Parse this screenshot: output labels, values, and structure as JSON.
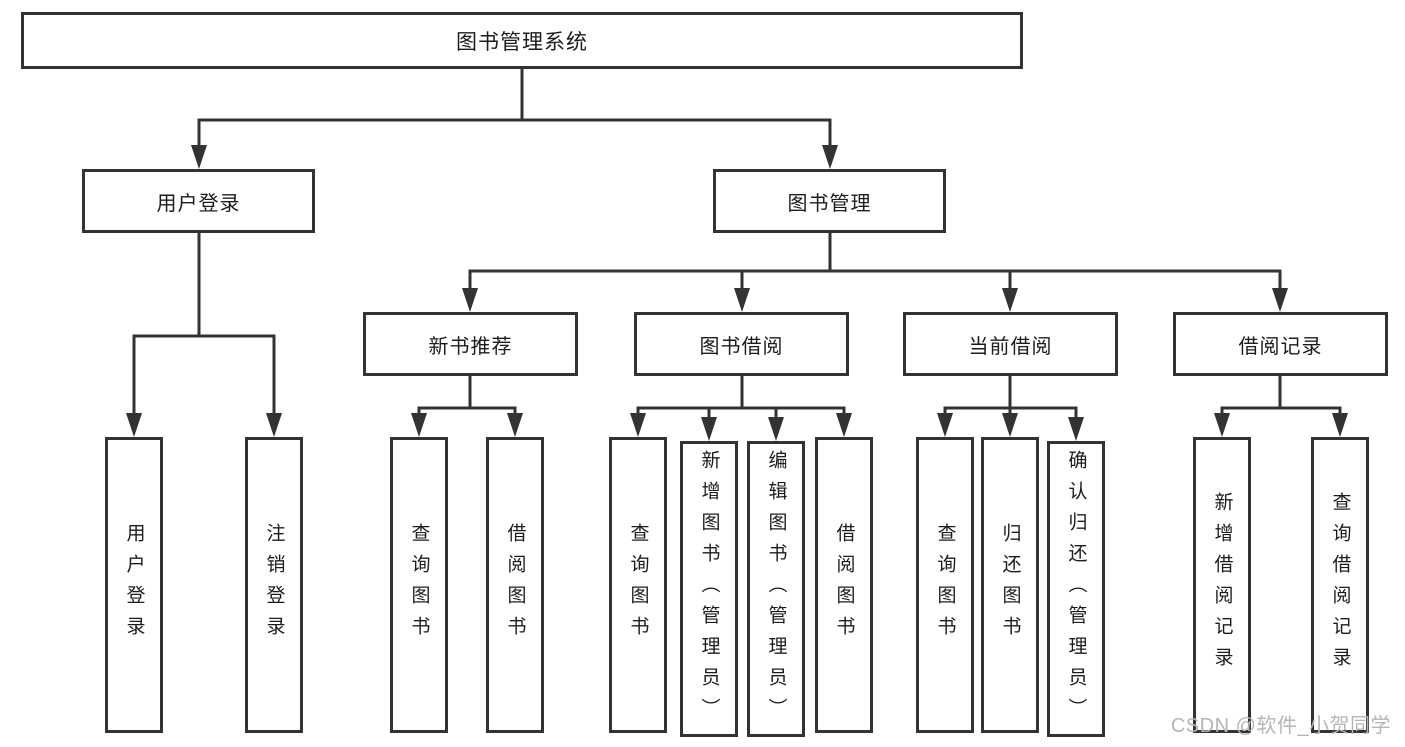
{
  "tree": {
    "root": {
      "label": "图书管理系统",
      "children": [
        {
          "label": "用户登录",
          "children": [
            {
              "label": "用户登录"
            },
            {
              "label": "注销登录"
            }
          ]
        },
        {
          "label": "图书管理",
          "children": [
            {
              "label": "新书推荐",
              "children": [
                {
                  "label": "查询图书"
                },
                {
                  "label": "借阅图书"
                }
              ]
            },
            {
              "label": "图书借阅",
              "children": [
                {
                  "label": "查询图书"
                },
                {
                  "label": "新增图书（管理员）"
                },
                {
                  "label": "编辑图书（管理员）"
                },
                {
                  "label": "借阅图书"
                }
              ]
            },
            {
              "label": "当前借阅",
              "children": [
                {
                  "label": "查询图书"
                },
                {
                  "label": "归还图书"
                },
                {
                  "label": "确认归还（管理员）"
                }
              ]
            },
            {
              "label": "借阅记录",
              "children": [
                {
                  "label": "新增借阅记录"
                },
                {
                  "label": "查询借阅记录"
                }
              ]
            }
          ]
        }
      ]
    }
  },
  "watermark": {
    "text": "CSDN @软件_小贺同学"
  },
  "colors": {
    "line": "#333333",
    "text": "#1c1c1c",
    "watermark": "#b5b5b5",
    "background": "#ffffff"
  }
}
